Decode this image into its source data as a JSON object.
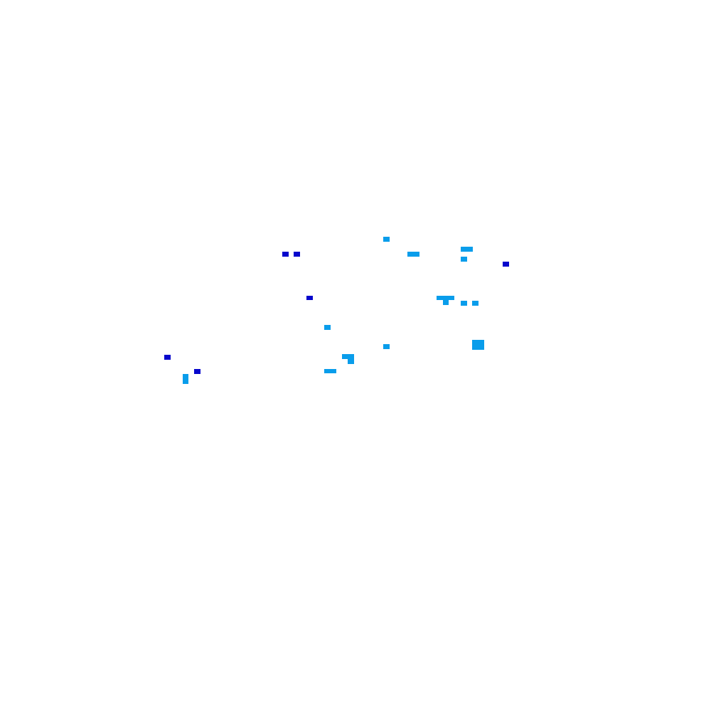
{
  "colors": {
    "background": "#ffffff",
    "light_blue": "#099deb",
    "dark_blue": "#0707cc"
  },
  "cells": [
    {
      "name": "cell-light-1",
      "color": "light_blue"
    },
    {
      "name": "cell-dark-1",
      "color": "dark_blue"
    },
    {
      "name": "cell-dark-2",
      "color": "dark_blue"
    },
    {
      "name": "cell-light-2",
      "color": "light_blue"
    },
    {
      "name": "cell-light-3",
      "color": "light_blue"
    },
    {
      "name": "cell-light-4",
      "color": "light_blue"
    },
    {
      "name": "cell-dark-3",
      "color": "dark_blue"
    },
    {
      "name": "cell-dark-4",
      "color": "dark_blue"
    },
    {
      "name": "cell-light-5",
      "color": "light_blue"
    },
    {
      "name": "cell-light-6",
      "color": "light_blue"
    },
    {
      "name": "cell-light-7",
      "color": "light_blue"
    },
    {
      "name": "cell-light-8",
      "color": "light_blue"
    },
    {
      "name": "cell-light-9",
      "color": "light_blue"
    },
    {
      "name": "cell-light-10",
      "color": "light_blue"
    },
    {
      "name": "cell-light-11",
      "color": "light_blue"
    },
    {
      "name": "cell-dark-5",
      "color": "dark_blue"
    },
    {
      "name": "cell-light-12",
      "color": "light_blue"
    },
    {
      "name": "cell-light-13",
      "color": "light_blue"
    },
    {
      "name": "cell-dark-6",
      "color": "dark_blue"
    },
    {
      "name": "cell-light-14",
      "color": "light_blue"
    },
    {
      "name": "cell-light-15",
      "color": "light_blue"
    }
  ]
}
